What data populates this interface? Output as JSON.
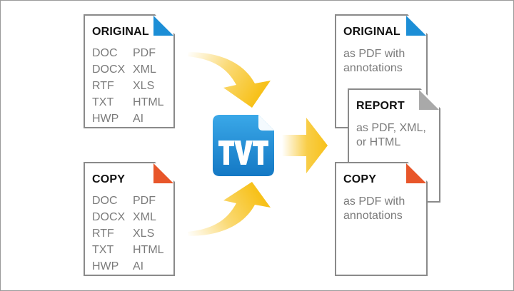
{
  "inputs": [
    {
      "title": "ORIGINAL",
      "corner_color": "#1c8ed6",
      "formats": [
        "DOC",
        "PDF",
        "DOCX",
        "XML",
        "RTF",
        "XLS",
        "TXT",
        "HTML",
        "HWP",
        "AI"
      ]
    },
    {
      "title": "COPY",
      "corner_color": "#e8562a",
      "formats": [
        "DOC",
        "PDF",
        "DOCX",
        "XML",
        "RTF",
        "XLS",
        "TXT",
        "HTML",
        "HWP",
        "AI"
      ]
    }
  ],
  "outputs": {
    "original": {
      "title": "ORIGINAL",
      "corner_color": "#1c8ed6",
      "line1": "as PDF with",
      "line2": "annotations"
    },
    "report": {
      "title": "REPORT",
      "corner_color": "#a9a9a9",
      "line1": "as PDF, XML,",
      "line2": "or HTML"
    },
    "copy": {
      "title": "COPY",
      "corner_color": "#e8562a",
      "line1": "as PDF with",
      "line2": "annotations"
    }
  },
  "logo": {
    "icon": "tvt-logo-icon",
    "color": "#1d8fd6"
  },
  "arrow_color": "#f7c11a"
}
